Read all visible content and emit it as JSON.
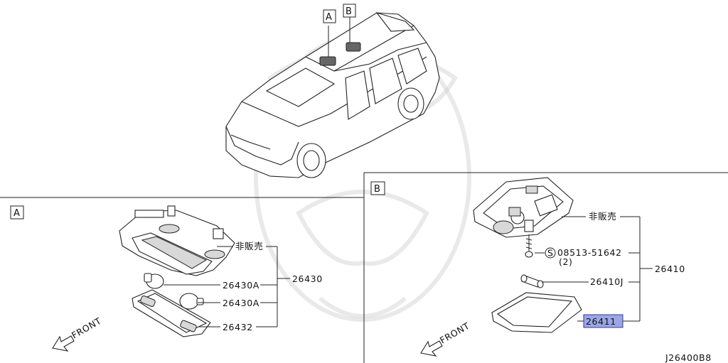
{
  "view_labels": {
    "a": "A",
    "b": "B"
  },
  "callouts_section_a": {
    "not_sold": "非販売",
    "bulb_upper": "26430A",
    "bulb_lower": "26430A",
    "lens": "26432",
    "assembly": "26430",
    "front": "FRONT"
  },
  "callouts_section_b": {
    "not_sold": "非販売",
    "screw_symbol": "S",
    "screw": "08513-51642",
    "screw_qty": "(2)",
    "bulb": "26410J",
    "lens": "26411",
    "assembly": "26410",
    "front": "FRONT"
  },
  "highlight_color": "#9aa6e6",
  "diagram_code": "J26400B8"
}
